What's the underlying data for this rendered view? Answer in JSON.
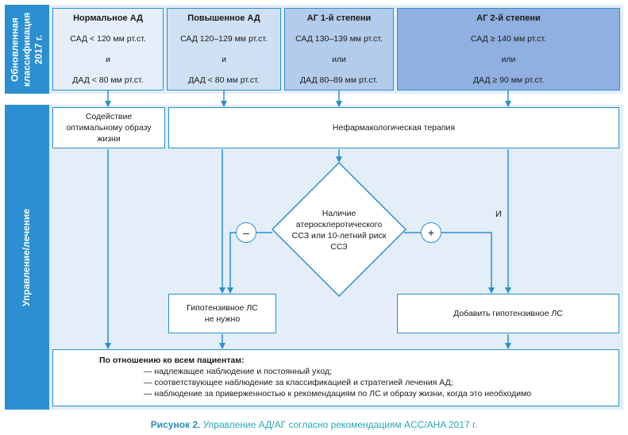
{
  "side_labels": {
    "classification": "Обновленная классификация 2017 г.",
    "management": "Управление/лечение"
  },
  "categories": [
    {
      "title": "Нормальное АД",
      "line1": "САД < 120 мм рт.ст.",
      "conj": "и",
      "line2": "ДАД < 80 мм рт.ст.",
      "fill": "#e6eff9"
    },
    {
      "title": "Повышенное АД",
      "line1": "САД 120–129 мм рт.ст.",
      "conj": "и",
      "line2": "ДАД < 80 мм рт.ст.",
      "fill": "#d0e0f3"
    },
    {
      "title": "АГ 1-й степени",
      "line1": "САД 130–139 мм рт.ст.",
      "conj": "или",
      "line2": "ДАД 80–89 мм рт.ст.",
      "fill": "#b4cceb"
    },
    {
      "title": "АГ 2-й степени",
      "line1": "САД ≥ 140 мм рт.ст.",
      "conj": "или",
      "line2": "ДАД ≥ 90 мм рт.ст.",
      "fill": "#8fb0e0"
    }
  ],
  "boxes": {
    "lifestyle": "Содействие оптимальному образу жизни",
    "nonpharm": "Нефармакологическая терапия",
    "decision": "Наличие атеросклеротического ССЗ или 10-летний риск ССЗ",
    "no_drug": "Гипотензивное ЛС не нужно",
    "add_drug": "Добавить гипотензивное ЛС"
  },
  "symbols": {
    "minus": "–",
    "plus": "+",
    "and": "И"
  },
  "all_patients": {
    "title": "По отношению ко всем пациентам:",
    "items": [
      "— надлежащее наблюдение и постоянный уход;",
      "— соответствующее наблюдение за классификацией и стратегией лечения АД;",
      "— наблюдение за приверженностью к рекомендациям по ЛС и образу жизни, когда это необходимо"
    ]
  },
  "caption": {
    "label": "Рисунок 2.",
    "text": " Управление АД/АГ согласно рекомендациям ACC/AHA 2017 г."
  },
  "colors": {
    "accent": "#2b8fd1",
    "panel": "#e3eef9",
    "caption": "#2aa7b3"
  }
}
